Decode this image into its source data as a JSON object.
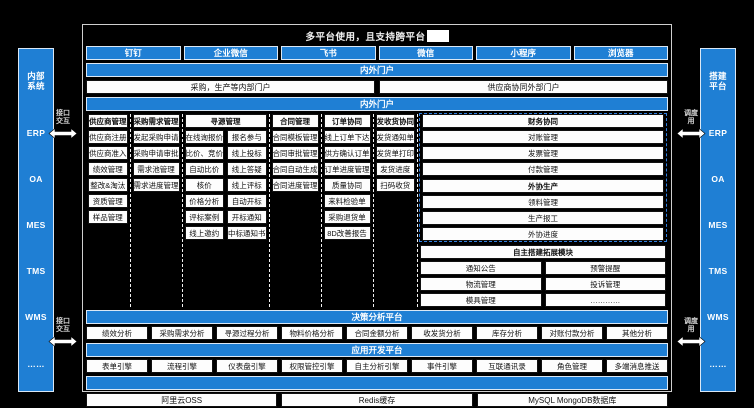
{
  "header": {
    "title": "多平台使用，且支持跨平台",
    "tabs": [
      "钉钉",
      "企业微信",
      "飞书",
      "微信",
      "小程序",
      "浏览器"
    ],
    "portal_band_1": "内外门户",
    "portal_internal": "采购，生产等内部门户",
    "portal_external": "供应商协同外部门户",
    "portal_band_2": "内外门户"
  },
  "left_rail": {
    "title": "内部\n系统",
    "items": [
      "ERP",
      "OA",
      "MES",
      "TMS",
      "WMS",
      "……"
    ],
    "arrow_label_top": "接口\n交互",
    "arrow_label_bottom": "接口\n交互"
  },
  "right_rail": {
    "title": "搭建\n平台",
    "items": [
      "ERP",
      "OA",
      "MES",
      "TMS",
      "WMS",
      "……"
    ],
    "arrow_label_top": "调度\n用",
    "arrow_label_bottom": "调度\n用"
  },
  "modules": [
    {
      "header": "供应商管理",
      "selected": false,
      "columns": [
        [
          "供应商注册",
          "供应商准入",
          "绩效管理",
          "整改&淘汰",
          "资质管理",
          "样品管理"
        ]
      ]
    },
    {
      "header": "采购需求管理",
      "selected": false,
      "columns": [
        [
          "发起采购申请",
          "采购申请审批",
          "需求池管理",
          "需求进度管理"
        ]
      ]
    },
    {
      "header": "寻源管理",
      "selected": false,
      "columns": [
        [
          "在线询报价",
          "比价、竞价",
          "自动比价",
          "核价",
          "价格分析",
          "评标案例",
          "线上邀约"
        ],
        [
          "报名参与",
          "线上投标",
          "线上答疑",
          "线上评标",
          "自动开标",
          "开标通知",
          "中标通知书"
        ]
      ]
    },
    {
      "header": "合同管理",
      "selected": false,
      "columns": [
        [
          "合同模板管理",
          "合同审批管理",
          "合同自动生成",
          "合同进度管理"
        ]
      ]
    },
    {
      "header": "订单协同",
      "selected": false,
      "columns": [
        [
          "线上订单下达",
          "供方确认订单",
          "订单进度管理",
          "质量协同",
          "来料检验单",
          "采购退货单",
          "8D改善报告"
        ]
      ]
    },
    {
      "header": "发收货协同",
      "selected": false,
      "columns": [
        [
          "发货通知单",
          "发货单打印",
          "发货进度",
          "扫码收货"
        ]
      ]
    },
    {
      "header": "财务协同",
      "selected": true,
      "columns": [
        [
          "对账管理",
          "发票管理",
          "付款管理"
        ]
      ]
    },
    {
      "header": "外协生产",
      "selected": true,
      "columns": [
        [
          "领料管理",
          "生产报工",
          "外协进度"
        ]
      ]
    }
  ],
  "extension": {
    "header": "自主搭建拓展模块",
    "columns": [
      [
        "通知公告",
        "物流管理",
        "模具管理"
      ],
      [
        "预警提醒",
        "投诉管理",
        "…………"
      ]
    ]
  },
  "analytics": {
    "band": "决策分析平台",
    "items": [
      "绩效分析",
      "采购需求分析",
      "寻源过程分析",
      "物料价格分析",
      "合同金额分析",
      "收发货分析",
      "库存分析",
      "对账付款分析",
      "其他分析"
    ]
  },
  "dev_platform": {
    "band": "应用开发平台",
    "items": [
      "表单引擎",
      "流程引擎",
      "仪表盘引擎",
      "权限管控引擎",
      "自主分析引擎",
      "事件引擎",
      "互联通讯录",
      "角色管理",
      "多端消息推送"
    ]
  },
  "infrastructure": {
    "band": "",
    "items": [
      "阿里云OSS",
      "Redis缓存",
      "MySQL MongoDB数据库"
    ]
  },
  "colors": {
    "accent": "#1f7fd4",
    "panel": "#fdfdfd",
    "background": "#000000",
    "selection": "#2f7fe0"
  }
}
